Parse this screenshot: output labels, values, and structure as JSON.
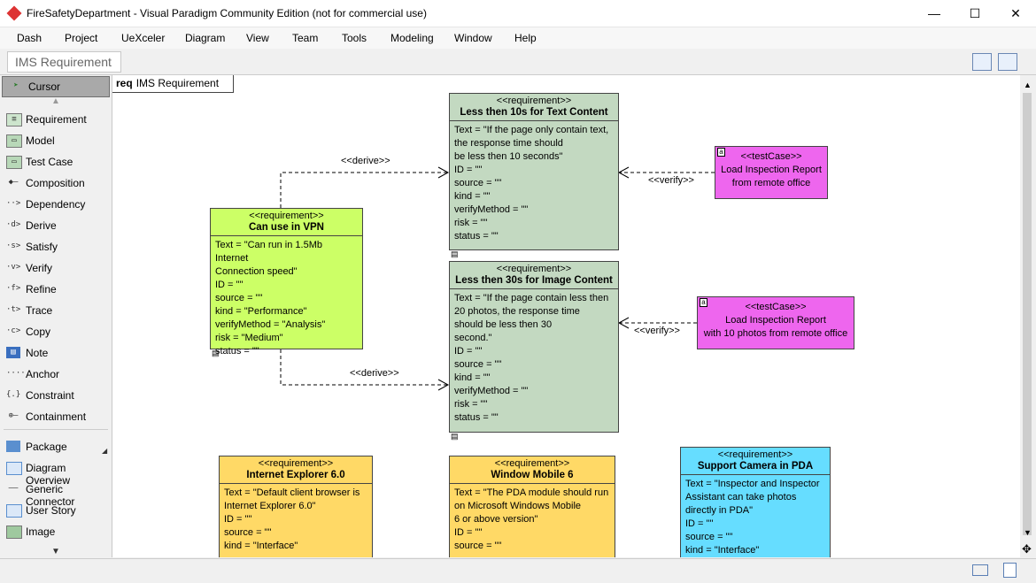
{
  "window": {
    "title": "FireSafetyDepartment - Visual Paradigm Community Edition (not for commercial use)",
    "minimize": "—",
    "maximize": "☐",
    "close": "✕"
  },
  "menu": [
    "Dash",
    "Project",
    "UeXceler",
    "Diagram",
    "View",
    "Team",
    "Tools",
    "Modeling",
    "Window",
    "Help"
  ],
  "breadcrumb": "IMS Requirement",
  "palette": {
    "items": [
      {
        "label": "Cursor",
        "icon": "cursor-icon"
      },
      {
        "label": "Requirement",
        "icon": "requirement-icon"
      },
      {
        "label": "Model",
        "icon": "model-icon"
      },
      {
        "label": "Test Case",
        "icon": "test-case-icon"
      },
      {
        "label": "Composition",
        "icon": "composition-icon"
      },
      {
        "label": "Dependency",
        "icon": "dependency-icon"
      },
      {
        "label": "Derive",
        "icon": "derive-icon"
      },
      {
        "label": "Satisfy",
        "icon": "satisfy-icon"
      },
      {
        "label": "Verify",
        "icon": "verify-icon"
      },
      {
        "label": "Refine",
        "icon": "refine-icon"
      },
      {
        "label": "Trace",
        "icon": "trace-icon"
      },
      {
        "label": "Copy",
        "icon": "copy-icon"
      },
      {
        "label": "Note",
        "icon": "note-icon"
      },
      {
        "label": "Anchor",
        "icon": "anchor-icon"
      },
      {
        "label": "Constraint",
        "icon": "constraint-icon"
      },
      {
        "label": "Containment",
        "icon": "containment-icon"
      },
      {
        "label": "Package",
        "icon": "package-icon"
      },
      {
        "label": "Diagram Overview",
        "icon": "diagram-overview-icon"
      },
      {
        "label": "Generic Connector",
        "icon": "generic-connector-icon"
      },
      {
        "label": "User Story",
        "icon": "user-story-icon"
      },
      {
        "label": "Image",
        "icon": "image-icon"
      }
    ]
  },
  "diagram": {
    "tab_kind": "req",
    "tab_name": "IMS Requirement",
    "requirements": [
      {
        "stereotype": "<<requirement>>",
        "name": "Less then 10s for Text Content",
        "props": [
          "Text = \"If the page only contain text,",
          "the response time should",
          "be less then 10 seconds\"",
          "ID = \"\"",
          "source = \"\"",
          "kind = \"\"",
          "verifyMethod = \"\"",
          "risk = \"\"",
          "status = \"\""
        ]
      },
      {
        "stereotype": "<<requirement>>",
        "name": "Can use in VPN",
        "props": [
          "Text = \"Can run in 1.5Mb Internet",
          "Connection speed\"",
          "ID = \"\"",
          "source = \"\"",
          "kind = \"Performance\"",
          "verifyMethod = \"Analysis\"",
          "risk = \"Medium\"",
          "status = \"\""
        ]
      },
      {
        "stereotype": "<<requirement>>",
        "name": "Less then 30s for Image Content",
        "props": [
          "Text = \"If the page contain less then",
          "20 photos, the response time",
          "should be less then 30",
          "second.\"",
          "ID = \"\"",
          "source = \"\"",
          "kind = \"\"",
          "verifyMethod = \"\"",
          "risk = \"\"",
          "status = \"\""
        ]
      },
      {
        "stereotype": "<<requirement>>",
        "name": "Internet Explorer 6.0",
        "props": [
          "Text = \"Default client browser is",
          "Internet Explorer 6.0\"",
          "ID = \"\"",
          "source = \"\"",
          "kind = \"Interface\""
        ]
      },
      {
        "stereotype": "<<requirement>>",
        "name": "Window Mobile 6",
        "props": [
          "Text = \"The PDA module should run",
          "on Microsoft Windows Mobile",
          "6 or above version\"",
          "ID = \"\"",
          "source = \"\""
        ]
      },
      {
        "stereotype": "<<requirement>>",
        "name": "Support Camera in PDA",
        "props": [
          "Text = \"Inspector and Inspector",
          "Assistant can take photos",
          "directly in PDA\"",
          "ID = \"\"",
          "source = \"\"",
          "kind = \"Interface\""
        ]
      }
    ],
    "test_cases": [
      {
        "mark": "a",
        "stereotype": "<<testCase>>",
        "lines": [
          "Load Inspection Report",
          "from remote office"
        ]
      },
      {
        "mark": "a",
        "stereotype": "<<testCase>>",
        "lines": [
          "Load Inspection Report",
          "with 10 photos from remote office"
        ]
      }
    ],
    "connectors": {
      "derive_top": "<<derive>>",
      "derive_bottom": "<<derive>>",
      "verify_top": "<<verify>>",
      "verify_bottom": "<<verify>>"
    }
  }
}
